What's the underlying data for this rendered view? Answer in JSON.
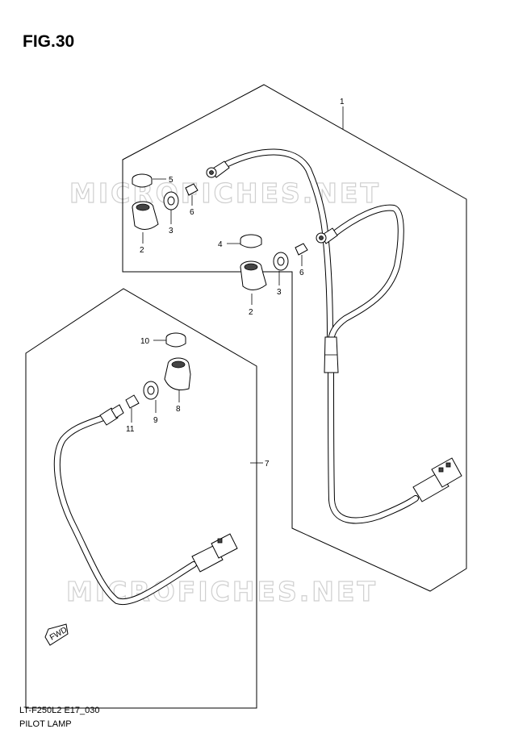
{
  "figure": {
    "title": "FIG.30"
  },
  "footer": {
    "code": "LT-F250L2 E17_030",
    "name": "PILOT LAMP"
  },
  "watermark": {
    "text": "MICROFICHES.NET"
  },
  "arrow": {
    "text": "FWD"
  },
  "callouts": {
    "c1": "1",
    "c2a": "2",
    "c2b": "2",
    "c3a": "3",
    "c3b": "3",
    "c4": "4",
    "c5": "5",
    "c6a": "6",
    "c6b": "6",
    "c7": "7",
    "c8": "8",
    "c9": "9",
    "c10": "10",
    "c11": "11"
  }
}
